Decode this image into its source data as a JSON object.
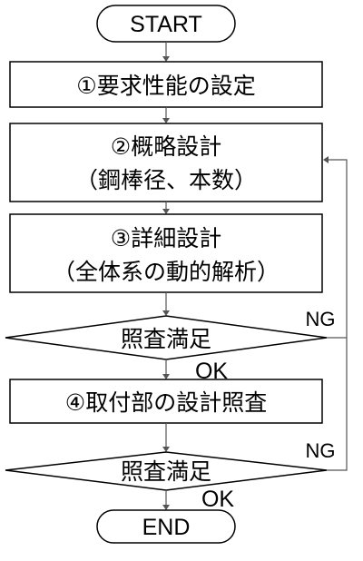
{
  "flowchart": {
    "start_label": "START",
    "step1_label": "①要求性能の設定",
    "step2_line1": "②概略設計",
    "step2_line2": "（鋼棒径、本数）",
    "step3_line1": "③詳細設計",
    "step3_line2": "（全体系の動的解析）",
    "decision1_label": "照査満足",
    "decision1_ok": "OK",
    "decision1_ng": "NG",
    "step4_label": "④取付部の設計照査",
    "decision2_label": "照査満足",
    "decision2_ok": "OK",
    "decision2_ng": "NG",
    "end_label": "END"
  }
}
